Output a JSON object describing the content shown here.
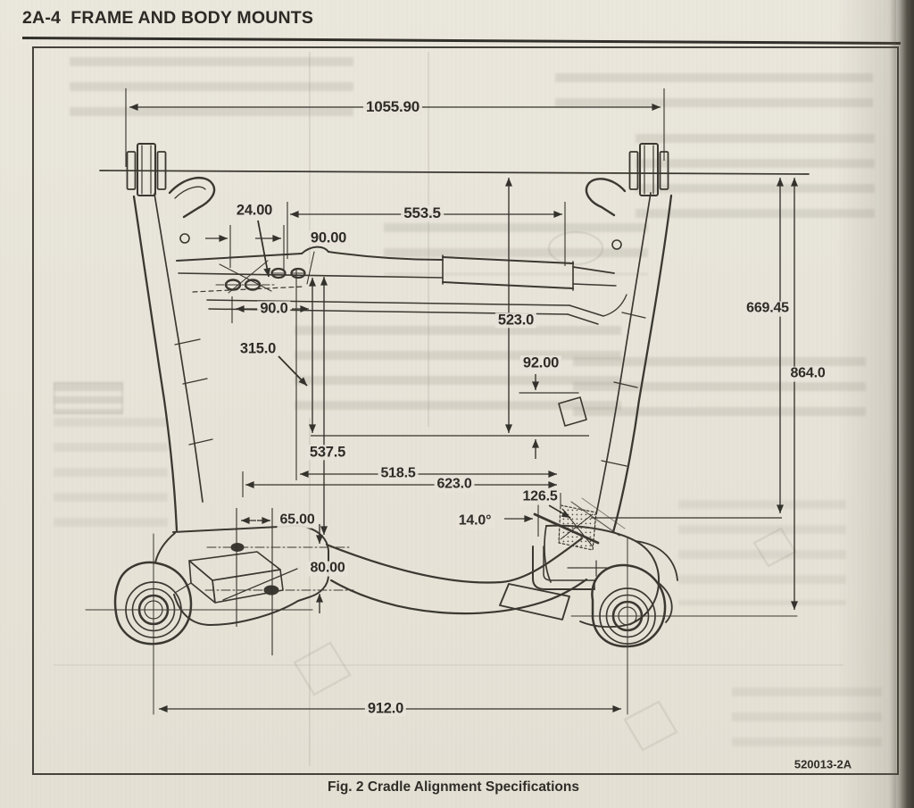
{
  "colors": {
    "paper": "#e8e4d9",
    "ink": "#34322c"
  },
  "page_header": {
    "section_title": "2A-4  FRAME AND BODY MOUNTS"
  },
  "figure": {
    "caption": "Fig. 2 Cradle Alignment Specifications",
    "code": "520013-2A",
    "dimensions": {
      "overall_top_width": "1055.90",
      "hole_offset": "24.00",
      "crossmember_span": "553.5",
      "upper_hole_spacing": "90.00",
      "lower_hole_spacing": "90.0",
      "bracket_drop": "315.0",
      "datum_to_ref": "523.0",
      "clamp_height": "92.00",
      "rail_drop": "537.5",
      "hole_to_rail": "518.5",
      "hole_to_rail_outer": "623.0",
      "gusset_length": "126.5",
      "bolt_spacing": "65.00",
      "brace_angle": "14.0°",
      "bolt_drop": "80.00",
      "datum_to_step": "669.45",
      "datum_to_bushing": "864.0",
      "overall_bottom_width": "912.0"
    }
  }
}
